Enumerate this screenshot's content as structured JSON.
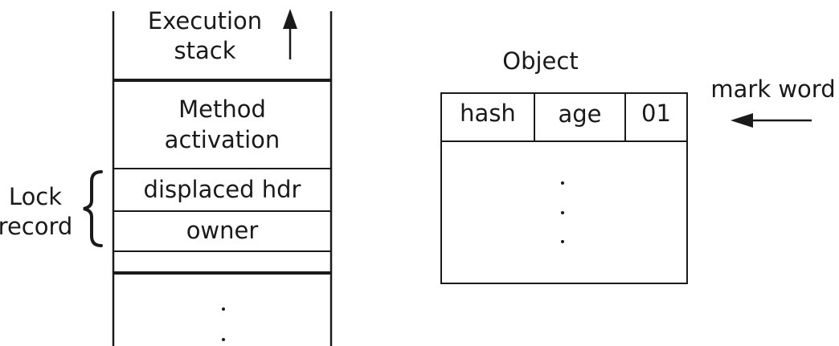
{
  "stack": {
    "execution_stack": [
      "Execution",
      "stack"
    ],
    "method_activation": [
      "Method",
      "activation"
    ],
    "displaced_hdr": "displaced hdr",
    "owner": "owner"
  },
  "lock_record": {
    "label": [
      "Lock",
      "record"
    ]
  },
  "object": {
    "title": "Object",
    "fields": [
      "hash",
      "age",
      "01"
    ]
  },
  "mark_word": {
    "label": "mark word"
  }
}
